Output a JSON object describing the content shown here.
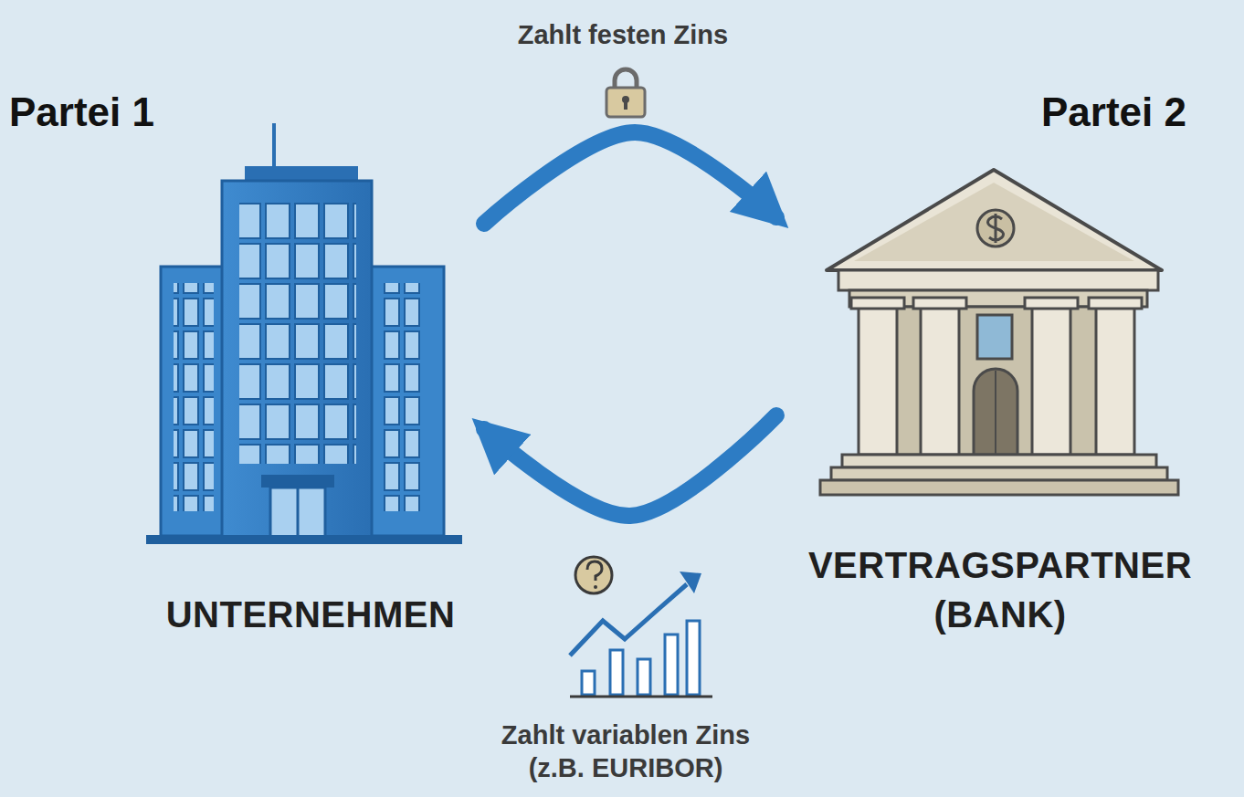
{
  "diagram": {
    "nodes": [
      {
        "text": [
          "UNTERNEHMEN"
        ]
      },
      {
        "text": [
          "VERTRAGSPARTNER (BANK)"
        ]
      }
    ],
    "edges": [
      {
        "from": 0,
        "to": 1,
        "arrow": "to",
        "label": "Zahlt festen Zins"
      },
      {
        "from": 1,
        "to": 0,
        "arrow": "to",
        "label": "Zahlt variablen Zins (z.B. EURIBOR)"
      }
    ],
    "labels": [
      "Partei 1",
      "Partei 2"
    ]
  }
}
